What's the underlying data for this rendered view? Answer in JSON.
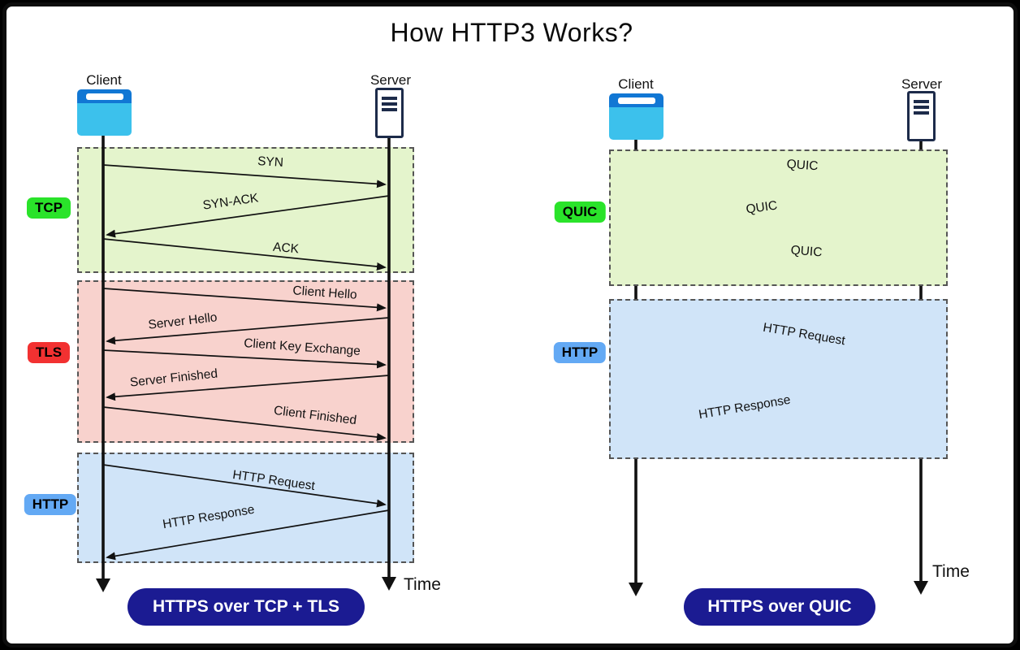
{
  "title": "How HTTP3 Works?",
  "colors": {
    "badge_green": "#2ae32a",
    "badge_red": "#f23131",
    "badge_blue": "#63a9f4",
    "box_green": "#e4f4cc",
    "box_pink": "#f8d2cd",
    "box_blue": "#d0e4f8",
    "caption_bg": "#1b1b92",
    "browser_icon_top": "#1177d4",
    "browser_icon_body": "#3cc1ec",
    "server_icon": "#1d2b4a"
  },
  "diagrams": [
    {
      "name": "https-over-tcp-tls",
      "client_label": "Client",
      "server_label": "Server",
      "time_label": "Time",
      "caption": "HTTPS over TCP + TLS",
      "sections": [
        {
          "badge": "TCP",
          "messages": [
            {
              "text": "SYN",
              "from": "client",
              "to": "server"
            },
            {
              "text": "SYN-ACK",
              "from": "server",
              "to": "client"
            },
            {
              "text": "ACK",
              "from": "client",
              "to": "server"
            }
          ]
        },
        {
          "badge": "TLS",
          "messages": [
            {
              "text": "Client Hello",
              "from": "client",
              "to": "server"
            },
            {
              "text": "Server Hello",
              "from": "server",
              "to": "client"
            },
            {
              "text": "Client Key Exchange",
              "from": "client",
              "to": "server"
            },
            {
              "text": "Server Finished",
              "from": "server",
              "to": "client"
            },
            {
              "text": "Client Finished",
              "from": "client",
              "to": "server"
            }
          ]
        },
        {
          "badge": "HTTP",
          "messages": [
            {
              "text": "HTTP Request",
              "from": "client",
              "to": "server"
            },
            {
              "text": "HTTP Response",
              "from": "server",
              "to": "client"
            }
          ]
        }
      ]
    },
    {
      "name": "https-over-quic",
      "client_label": "Client",
      "server_label": "Server",
      "time_label": "Time",
      "caption": "HTTPS over QUIC",
      "sections": [
        {
          "badge": "QUIC",
          "messages": [
            {
              "text": "QUIC",
              "from": "client",
              "to": "server"
            },
            {
              "text": "QUIC",
              "from": "server",
              "to": "client"
            },
            {
              "text": "QUIC",
              "from": "client",
              "to": "server"
            }
          ]
        },
        {
          "badge": "HTTP",
          "messages": [
            {
              "text": "HTTP Request",
              "from": "client",
              "to": "server"
            },
            {
              "text": "HTTP Response",
              "from": "server",
              "to": "client"
            }
          ]
        }
      ]
    }
  ]
}
